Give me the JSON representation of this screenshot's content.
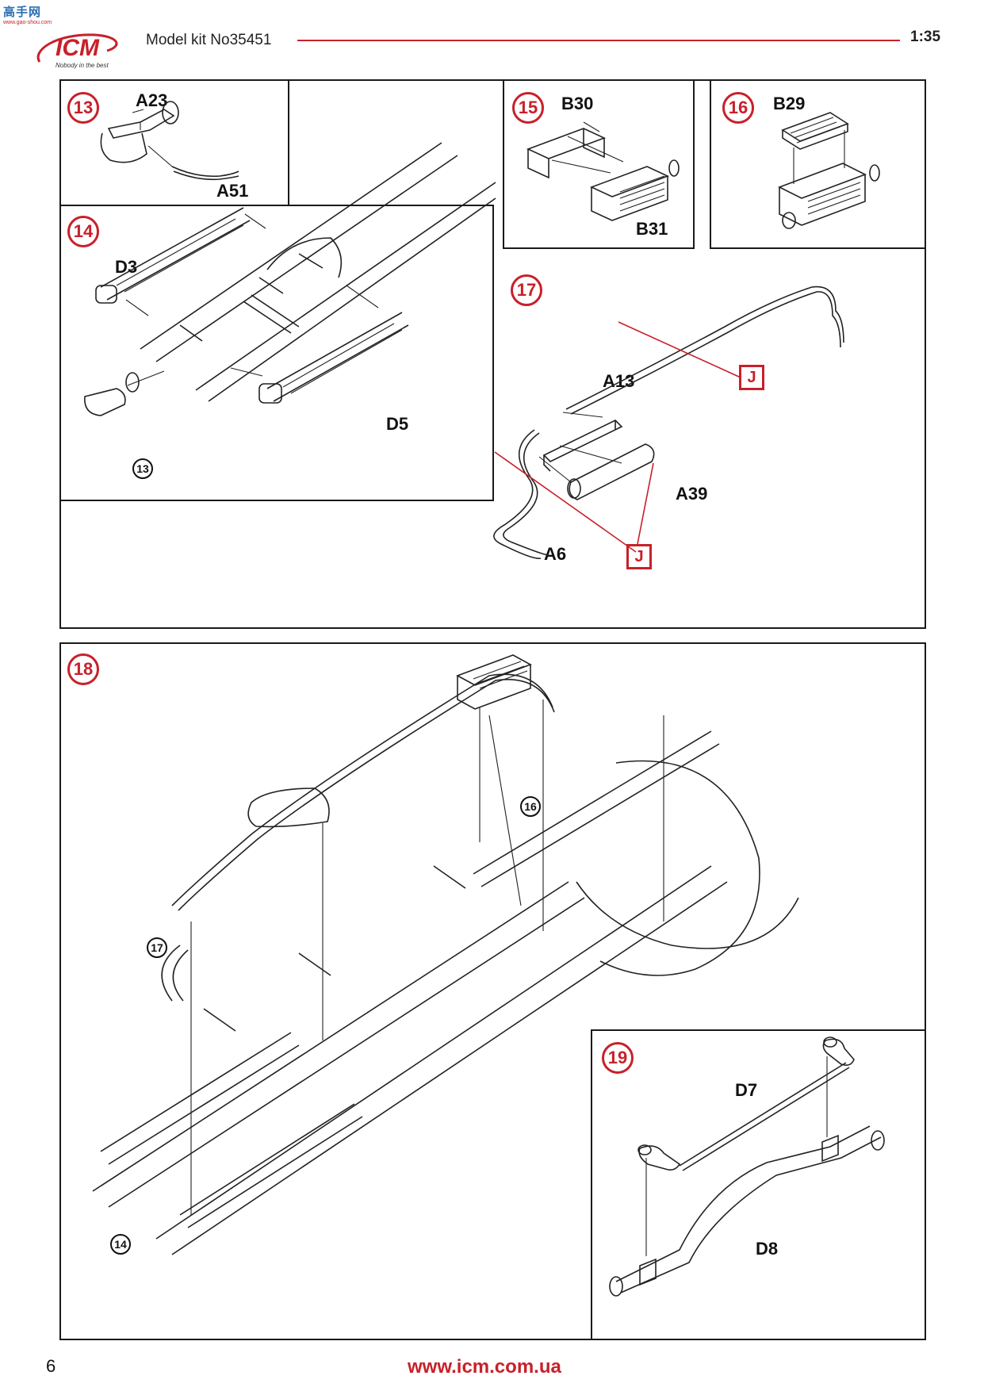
{
  "header": {
    "logo_text": "ICM",
    "logo_tagline": "Nobody in the best",
    "title": "Model kit No35451",
    "scale": "1:35",
    "watermark": "高手网",
    "watermark_sub": "www.gao-shou.com"
  },
  "steps": [
    {
      "number": "13",
      "parts": [
        "A23",
        "A51"
      ]
    },
    {
      "number": "14",
      "parts": [
        "D3",
        "D5"
      ],
      "refs": [
        "13"
      ]
    },
    {
      "number": "15",
      "parts": [
        "B30",
        "B31"
      ]
    },
    {
      "number": "16",
      "parts": [
        "B29"
      ]
    },
    {
      "number": "17",
      "parts": [
        "A13",
        "A39",
        "A6"
      ],
      "glue_marks": [
        "J",
        "J"
      ]
    },
    {
      "number": "18",
      "refs": [
        "16",
        "17",
        "14"
      ]
    },
    {
      "number": "19",
      "parts": [
        "D7",
        "D8"
      ]
    }
  ],
  "footer": {
    "page_number": "6",
    "website": "www.icm.com.ua"
  },
  "colors": {
    "accent": "#c8202a",
    "line": "#1a1a1a"
  }
}
